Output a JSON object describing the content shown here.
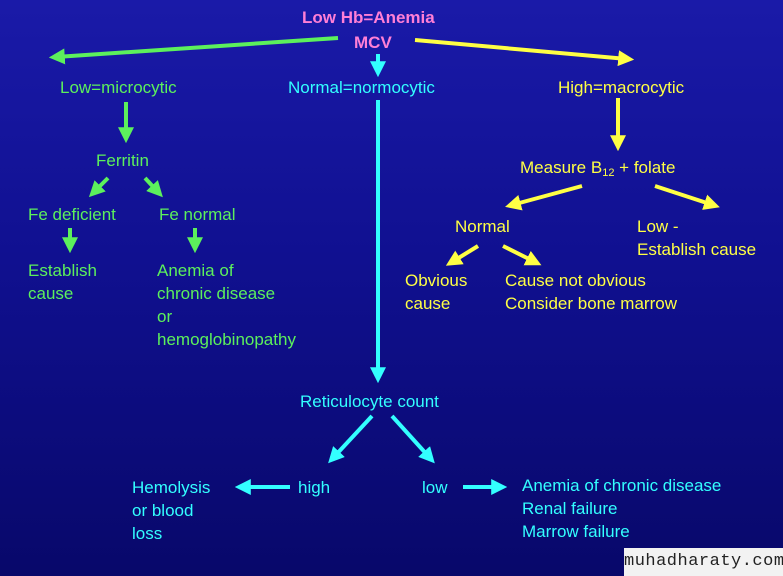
{
  "title": {
    "line1": "Low Hb=Anemia",
    "line2": "MCV"
  },
  "branches": {
    "low": "Low=microcytic",
    "normal": "Normal=normocytic",
    "high": "High=macrocytic"
  },
  "microcytic": {
    "ferritin": "Ferritin",
    "fe_deficient": "Fe deficient",
    "fe_normal": "Fe normal",
    "establish_cause": [
      "Establish",
      "cause"
    ],
    "chronic_disease": [
      "Anemia of",
      "chronic disease",
      "or",
      "hemoglobinopathy"
    ]
  },
  "macrocytic": {
    "measure_prefix": "Measure B",
    "measure_sub": "12",
    "measure_suffix": " + folate",
    "normal": "Normal",
    "low": [
      "Low -",
      "Establish cause"
    ],
    "obvious": [
      "Obvious",
      "cause"
    ],
    "not_obvious": [
      "Cause not obvious",
      "Consider bone marrow"
    ]
  },
  "normocytic": {
    "reticulocyte": "Reticulocyte count",
    "high": "high",
    "low": "low",
    "hemolysis": [
      "Hemolysis",
      "or blood",
      "loss"
    ],
    "low_causes": [
      "Anemia of chronic disease",
      "Renal failure",
      "Marrow failure"
    ]
  },
  "watermark": "muhadharaty.com",
  "colors": {
    "title": "#ff7fd6",
    "green": "#5cf05c",
    "cyan": "#33ffff",
    "yellow": "#ffff44"
  }
}
